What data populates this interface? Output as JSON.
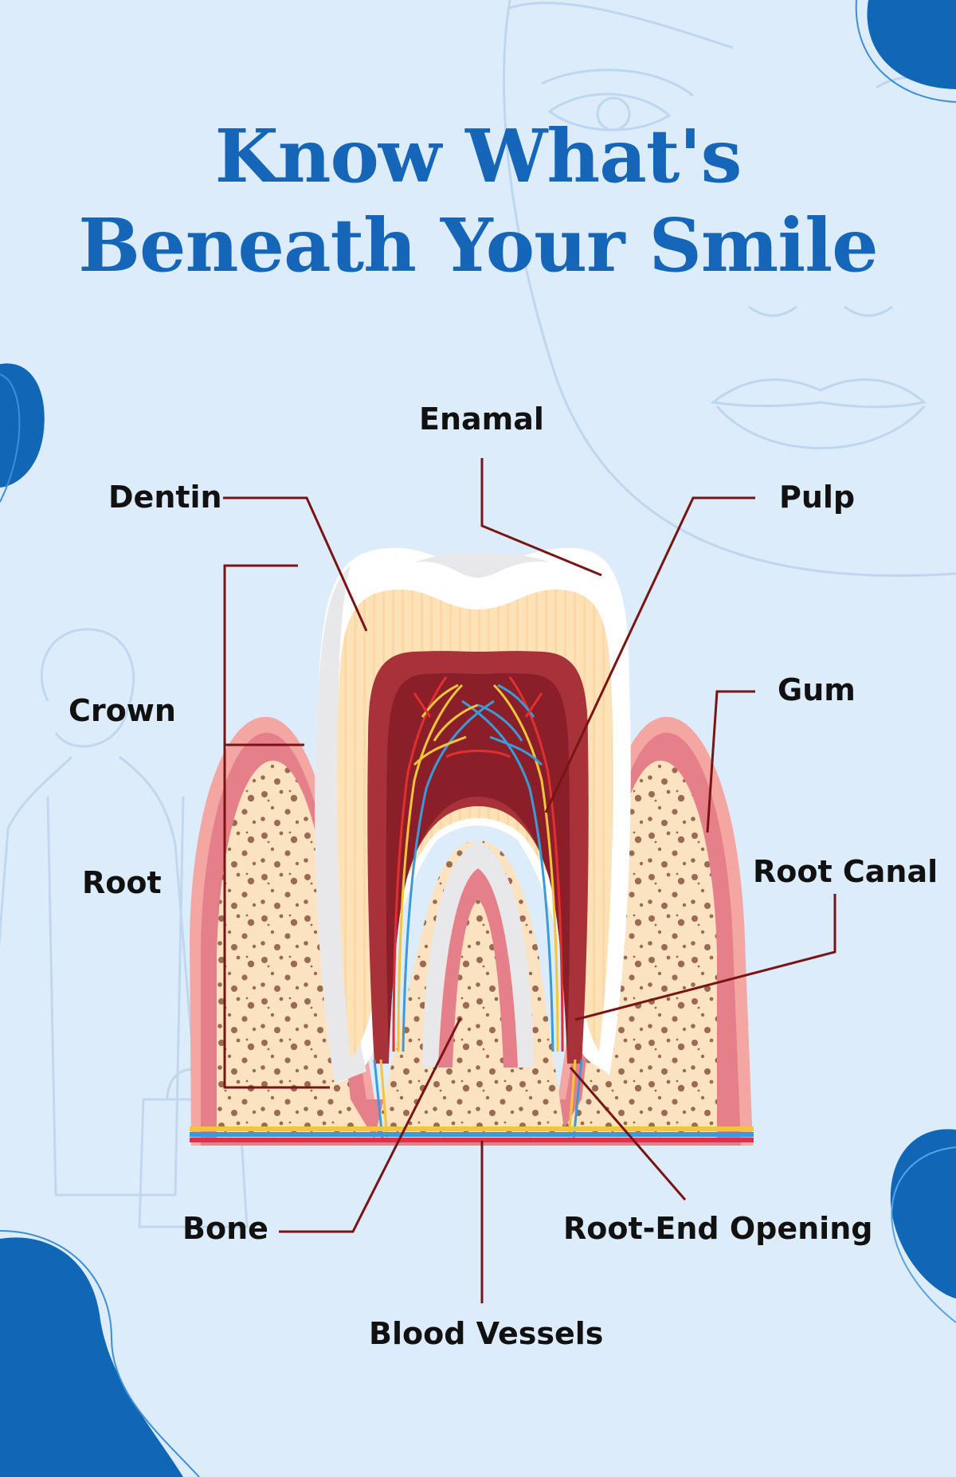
{
  "title": {
    "line1": "Know What's",
    "line2": "Beneath Your Smile"
  },
  "labels": {
    "enamal": "Enamal",
    "dentin": "Dentin",
    "pulp": "Pulp",
    "crown": "Crown",
    "gum": "Gum",
    "root": "Root",
    "root_canal": "Root Canal",
    "bone": "Bone",
    "root_end_opening": "Root-End Opening",
    "blood_vessels": "Blood Vessels"
  },
  "colors": {
    "background": "#dcecfb",
    "title": "#1565b8",
    "accent_blob": "#0f67b5",
    "leader_line": "#7a1414",
    "enamel": "#ffffff",
    "dentin": "#fde2b8",
    "pulp": "#a8323a",
    "gum": "#f4a6a2",
    "bone": "#fbe3c1",
    "bone_spots": "#9a6a52"
  }
}
